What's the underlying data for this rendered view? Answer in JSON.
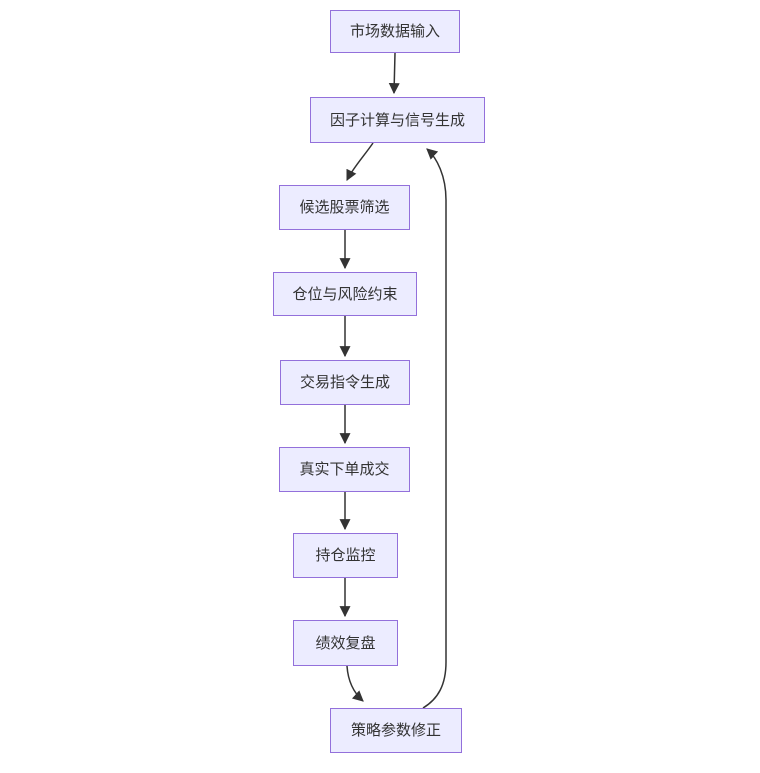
{
  "diagram": {
    "type": "flowchart",
    "direction": "top-down",
    "nodes": [
      {
        "id": "A",
        "label": "市场数据输入"
      },
      {
        "id": "B",
        "label": "因子计算与信号生成"
      },
      {
        "id": "C",
        "label": "候选股票筛选"
      },
      {
        "id": "D",
        "label": "仓位与风险约束"
      },
      {
        "id": "E",
        "label": "交易指令生成"
      },
      {
        "id": "F",
        "label": "真实下单成交"
      },
      {
        "id": "G",
        "label": "持仓监控"
      },
      {
        "id": "H",
        "label": "绩效复盘"
      },
      {
        "id": "I",
        "label": "策略参数修正"
      }
    ],
    "edges": [
      {
        "from": "市场数据输入",
        "to": "因子计算与信号生成"
      },
      {
        "from": "因子计算与信号生成",
        "to": "候选股票筛选"
      },
      {
        "from": "候选股票筛选",
        "to": "仓位与风险约束"
      },
      {
        "from": "仓位与风险约束",
        "to": "交易指令生成"
      },
      {
        "from": "交易指令生成",
        "to": "真实下单成交"
      },
      {
        "from": "真实下单成交",
        "to": "持仓监控"
      },
      {
        "from": "持仓监控",
        "to": "绩效复盘"
      },
      {
        "from": "绩效复盘",
        "to": "策略参数修正"
      },
      {
        "from": "策略参数修正",
        "to": "因子计算与信号生成"
      }
    ],
    "colors": {
      "node_fill": "#ECECFF",
      "node_border": "#9370DB",
      "text": "#333333",
      "arrow": "#333333",
      "background": "#FFFFFF"
    }
  }
}
